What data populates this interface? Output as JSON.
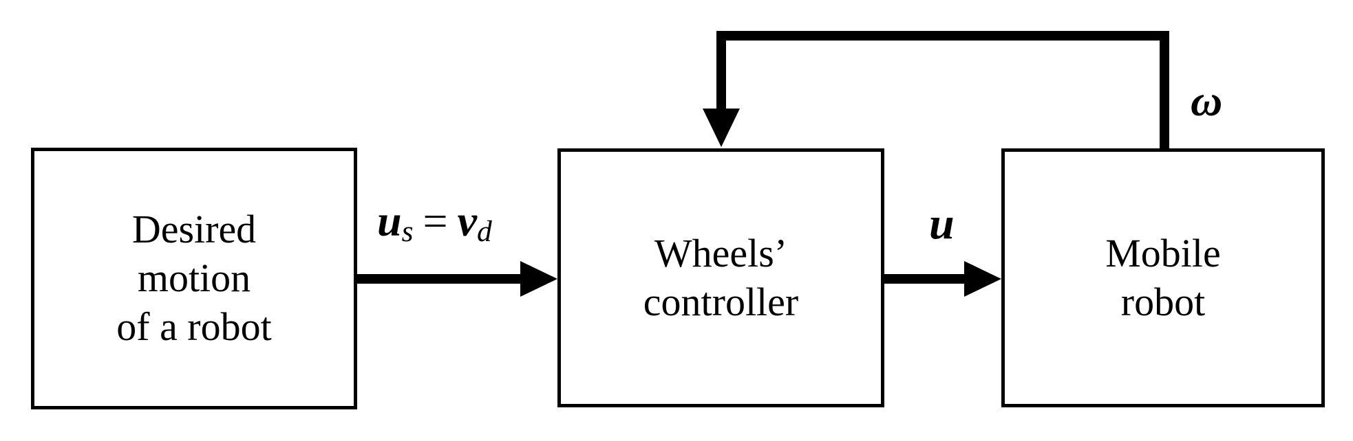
{
  "blocks": {
    "desired_motion": {
      "label": "Desired\nmotion\nof a robot"
    },
    "wheels_controller": {
      "label": "Wheels’\ncontroller"
    },
    "mobile_robot": {
      "label": "Mobile\nrobot"
    }
  },
  "signals": {
    "us_vd": {
      "u": "u",
      "u_sub": "s",
      "eq": "=",
      "v": "v",
      "v_sub": "d"
    },
    "u": {
      "text": "u"
    },
    "omega": {
      "text": "ω"
    }
  },
  "colors": {
    "stroke": "#000000",
    "background": "#ffffff"
  }
}
